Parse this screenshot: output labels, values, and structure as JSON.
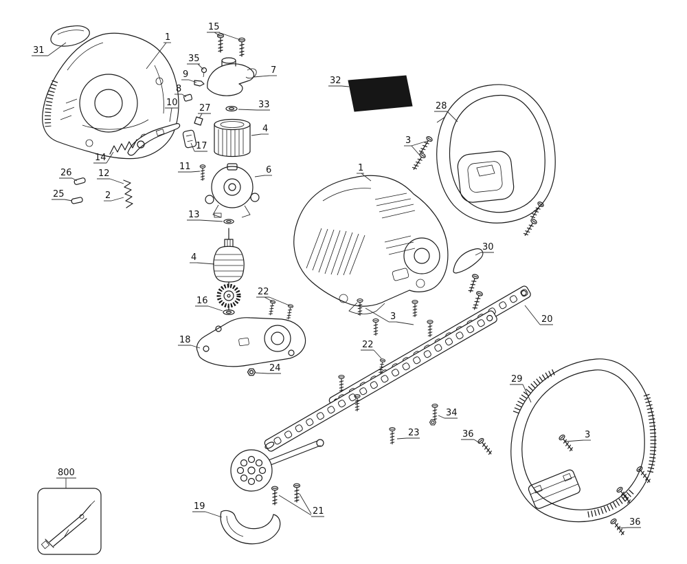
{
  "figure": {
    "type": "exploded-parts-diagram",
    "background_color": "#ffffff",
    "line_color": "#1a1a1a"
  },
  "callouts": {
    "k31": "31",
    "k1_house": "1",
    "k15": "15",
    "k35": "35",
    "k9": "9",
    "k8": "8",
    "k7": "7",
    "k10": "10",
    "k27": "27",
    "k33": "33",
    "k4_field": "4",
    "k17": "17",
    "k26": "26",
    "k14": "14",
    "k12": "12",
    "k11": "11",
    "k6": "6",
    "k25": "25",
    "k2": "2",
    "k13": "13",
    "k4_arm": "4",
    "k16": "16",
    "k22_up": "22",
    "k18": "18",
    "k24": "24",
    "k1_main": "1",
    "k32": "32",
    "k28": "28",
    "k3_rear": "3",
    "k30": "30",
    "k3_mid": "3",
    "k20": "20",
    "k22_low": "22",
    "k29": "29",
    "k34": "34",
    "k23": "23",
    "k36_left": "36",
    "k3_right": "3",
    "k19": "19",
    "k21": "21",
    "k800": "800",
    "k36_br": "36"
  }
}
